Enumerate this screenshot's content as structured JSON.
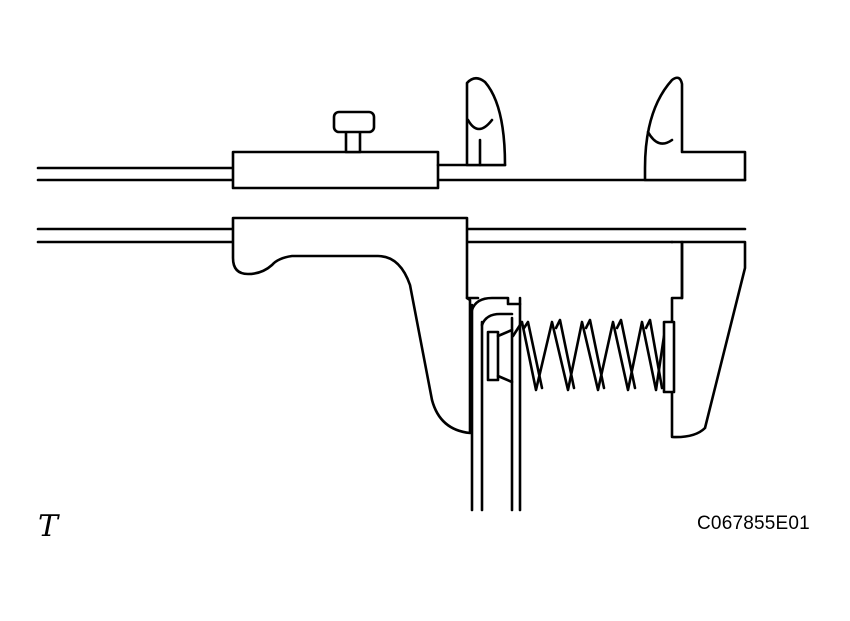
{
  "figure": {
    "corner_mark": "T",
    "code": "C067855E01"
  },
  "colors": {
    "line": "#000000",
    "background": "#ffffff"
  },
  "parts": [
    "vernier-caliper",
    "compression-spring",
    "shaft"
  ]
}
